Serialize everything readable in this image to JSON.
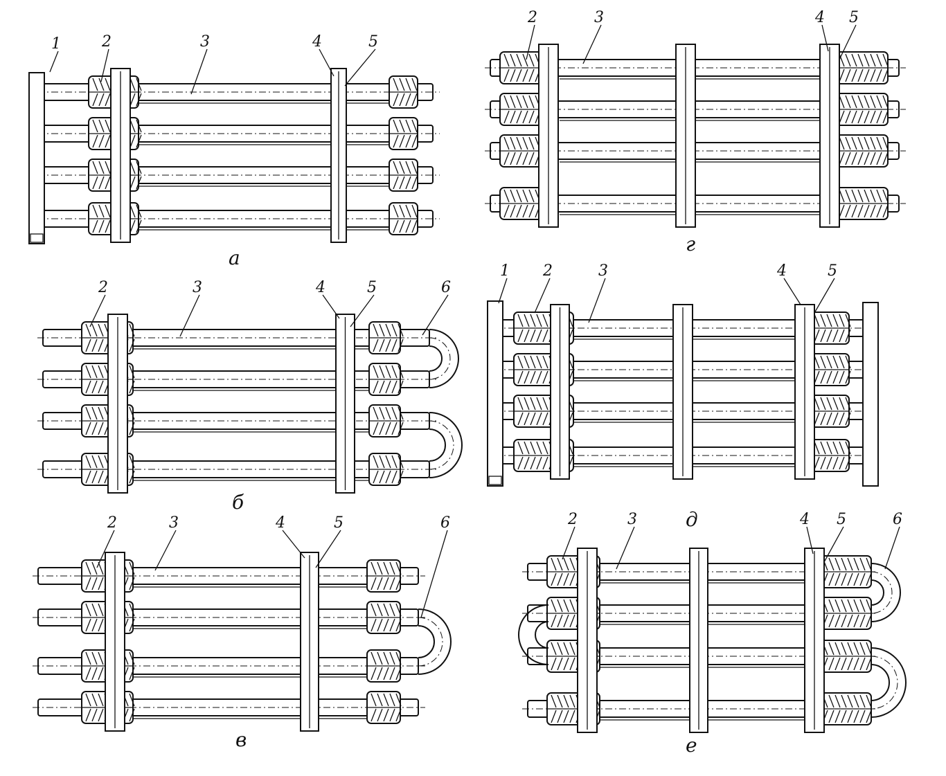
{
  "panels": [
    {
      "id": "a",
      "letter": "а",
      "callouts": [
        "1",
        "2",
        "3",
        "4",
        "5"
      ]
    },
    {
      "id": "g",
      "letter": "г",
      "callouts": [
        "2",
        "3",
        "4",
        "5"
      ]
    },
    {
      "id": "b",
      "letter": "б",
      "callouts": [
        "2",
        "3",
        "4",
        "5",
        "6"
      ]
    },
    {
      "id": "d",
      "letter": "д",
      "callouts": [
        "1",
        "2",
        "3",
        "4",
        "5"
      ]
    },
    {
      "id": "v",
      "letter": "в",
      "callouts": [
        "2",
        "3",
        "4",
        "5",
        "6"
      ]
    },
    {
      "id": "e",
      "letter": "е",
      "callouts": [
        "2",
        "3",
        "4",
        "5",
        "6"
      ]
    }
  ]
}
